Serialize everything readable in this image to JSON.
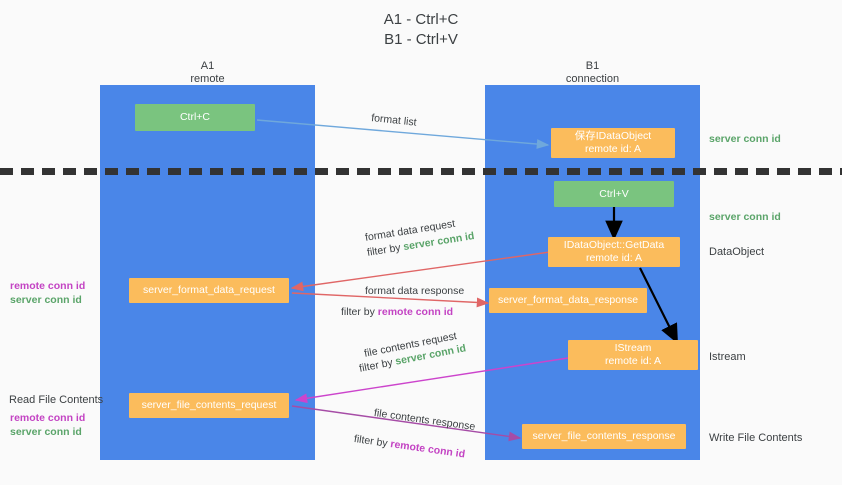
{
  "title": "A1 - Ctrl+C\nB1 - Ctrl+V",
  "lanes": [
    {
      "name": "A1",
      "sub": "remote",
      "header": "A1\nremote",
      "color": "#4a86e8"
    },
    {
      "name": "B1",
      "sub": "connection",
      "header": "B1\nconnection",
      "color": "#4a86e8"
    }
  ],
  "colors": {
    "lane": "#4a86e8",
    "green_node": "#7ac47f",
    "orange_node": "#fbbc5c",
    "green_text": "#5aa469",
    "purple_text": "#c343c3",
    "blue_arrow": "#6fa8dc",
    "red_arrow": "#e06666",
    "magenta_arrow": "#cc44cc",
    "purple_arrow": "#a64ca6",
    "black_arrow": "#000000",
    "dashed_line": "#333333",
    "background": "#fafafa"
  },
  "nodes": {
    "ctrl_c": "Ctrl+C",
    "ctrl_v": "Ctrl+V",
    "save_idataobject": "保存IDataObject\nremote id: A",
    "idataobject_getdata": "IDataObject::GetData\nremote id: A",
    "istream": "IStream\nremote id: A",
    "server_format_data_request": "server_format_data_request",
    "server_format_data_response": "server_format_data_response",
    "server_file_contents_request": "server_file_contents_request",
    "server_file_contents_response": "server_file_contents_response"
  },
  "right_labels": {
    "server_conn_id_top": "server conn id",
    "server_conn_id_mid": "server conn id",
    "dataobject": "DataObject",
    "istream": "Istream",
    "write_file_contents": "Write File Contents"
  },
  "left_labels": {
    "format_remote_conn_id": "remote conn id",
    "format_server_conn_id": "server conn id",
    "read_file_contents": "Read File Contents",
    "file_remote_conn_id": "remote conn id",
    "file_server_conn_id": "server conn id"
  },
  "edges": {
    "format_list": "format list",
    "format_data_request": "format data request",
    "format_data_request_filter_prefix": "filter by ",
    "format_data_request_filter_value": "server conn id",
    "format_data_response": "format data response",
    "format_data_response_filter_prefix": "filter by ",
    "format_data_response_filter_value": "remote conn id",
    "file_contents_request": "file contents request",
    "file_contents_request_filter_prefix": "filter by ",
    "file_contents_request_filter_value": "server conn id",
    "file_contents_response": "file contents response",
    "file_contents_response_filter_prefix": "filter by ",
    "file_contents_response_filter_value": "remote conn id"
  }
}
